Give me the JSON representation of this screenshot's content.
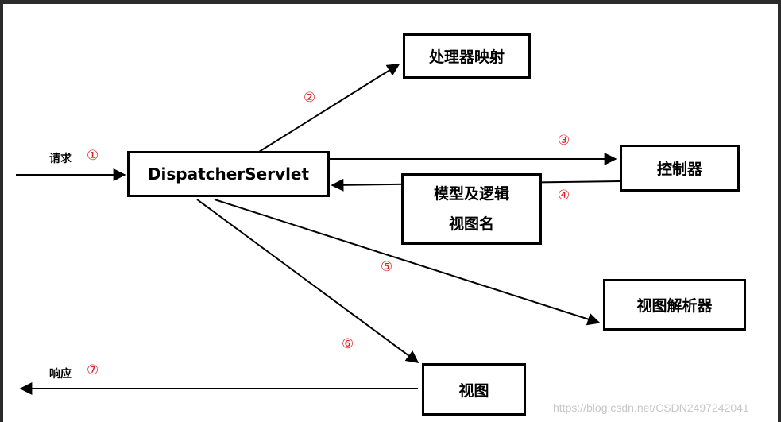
{
  "boxes": {
    "dispatcher": "DispatcherServlet",
    "handler_mapping": "处理器映射",
    "controller": "控制器",
    "model_view_line1": "模型及逻辑",
    "model_view_line2": "视图名",
    "view_resolver": "视图解析器",
    "view": "视图"
  },
  "labels": {
    "request": "请求",
    "response": "响应"
  },
  "steps": {
    "s1": "①",
    "s2": "②",
    "s3": "③",
    "s4": "④",
    "s5": "⑤",
    "s6": "⑥",
    "s7": "⑦"
  },
  "watermark": "https://blog.csdn.net/CSDN2497242041",
  "colors": {
    "step_marker": "#e02020",
    "line": "#000000",
    "frame": "#2b2b2b"
  }
}
